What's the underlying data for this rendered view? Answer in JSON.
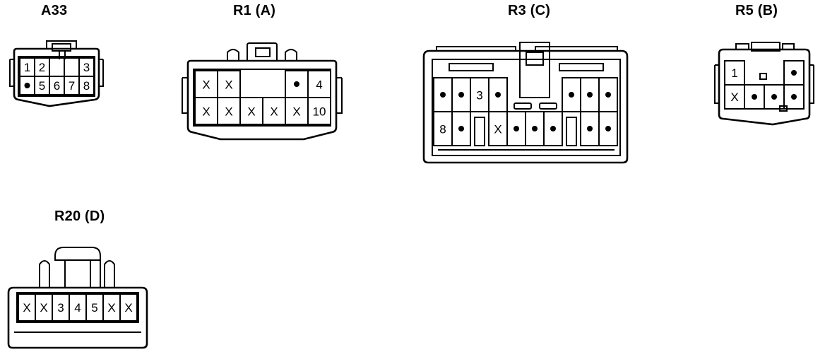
{
  "connectors": {
    "a33": {
      "title": "A33",
      "pins": [
        {
          "r": 0,
          "c": 0,
          "v": "1"
        },
        {
          "r": 0,
          "c": 1,
          "v": "2"
        },
        {
          "r": 0,
          "c": 4,
          "v": "3"
        },
        {
          "r": 1,
          "c": 0,
          "v": "●"
        },
        {
          "r": 1,
          "c": 1,
          "v": "5"
        },
        {
          "r": 1,
          "c": 2,
          "v": "6"
        },
        {
          "r": 1,
          "c": 3,
          "v": "7"
        },
        {
          "r": 1,
          "c": 4,
          "v": "8"
        }
      ]
    },
    "r1": {
      "title": "R1 (A)",
      "pins": [
        {
          "r": 0,
          "c": 0,
          "v": "X"
        },
        {
          "r": 0,
          "c": 1,
          "v": "X"
        },
        {
          "r": 0,
          "c": 4,
          "v": "●"
        },
        {
          "r": 0,
          "c": 5,
          "v": "4"
        },
        {
          "r": 1,
          "c": 0,
          "v": "X"
        },
        {
          "r": 1,
          "c": 1,
          "v": "X"
        },
        {
          "r": 1,
          "c": 2,
          "v": "X"
        },
        {
          "r": 1,
          "c": 3,
          "v": "X"
        },
        {
          "r": 1,
          "c": 4,
          "v": "X"
        },
        {
          "r": 1,
          "c": 5,
          "v": "10"
        }
      ]
    },
    "r3": {
      "title": "R3 (C)",
      "pins": [
        {
          "r": 0,
          "c": 0,
          "v": "●"
        },
        {
          "r": 0,
          "c": 1,
          "v": "●"
        },
        {
          "r": 0,
          "c": 2,
          "v": "3"
        },
        {
          "r": 0,
          "c": 3,
          "v": "●"
        },
        {
          "r": 0,
          "c": 7,
          "v": "●"
        },
        {
          "r": 0,
          "c": 8,
          "v": "●"
        },
        {
          "r": 0,
          "c": 9,
          "v": "●"
        },
        {
          "r": 1,
          "c": 0,
          "v": "8"
        },
        {
          "r": 1,
          "c": 1,
          "v": "●"
        },
        {
          "r": 1,
          "c": 3,
          "v": "X"
        },
        {
          "r": 1,
          "c": 4,
          "v": "●"
        },
        {
          "r": 1,
          "c": 5,
          "v": "●"
        },
        {
          "r": 1,
          "c": 6,
          "v": "●"
        },
        {
          "r": 1,
          "c": 8,
          "v": "●"
        },
        {
          "r": 1,
          "c": 9,
          "v": "●"
        }
      ]
    },
    "r5": {
      "title": "R5 (B)",
      "pins": [
        {
          "r": 0,
          "c": 0,
          "v": "1"
        },
        {
          "r": 0,
          "c": 3,
          "v": "●"
        },
        {
          "r": 1,
          "c": 0,
          "v": "X"
        },
        {
          "r": 1,
          "c": 1,
          "v": "●"
        },
        {
          "r": 1,
          "c": 2,
          "v": "●"
        },
        {
          "r": 1,
          "c": 3,
          "v": "●"
        }
      ]
    },
    "r20": {
      "title": "R20 (D)",
      "pins": [
        {
          "r": 0,
          "c": 0,
          "v": "X"
        },
        {
          "r": 0,
          "c": 1,
          "v": "X"
        },
        {
          "r": 0,
          "c": 2,
          "v": "3"
        },
        {
          "r": 0,
          "c": 3,
          "v": "4"
        },
        {
          "r": 0,
          "c": 4,
          "v": "5"
        },
        {
          "r": 0,
          "c": 5,
          "v": "X"
        },
        {
          "r": 0,
          "c": 6,
          "v": "X"
        }
      ]
    }
  }
}
